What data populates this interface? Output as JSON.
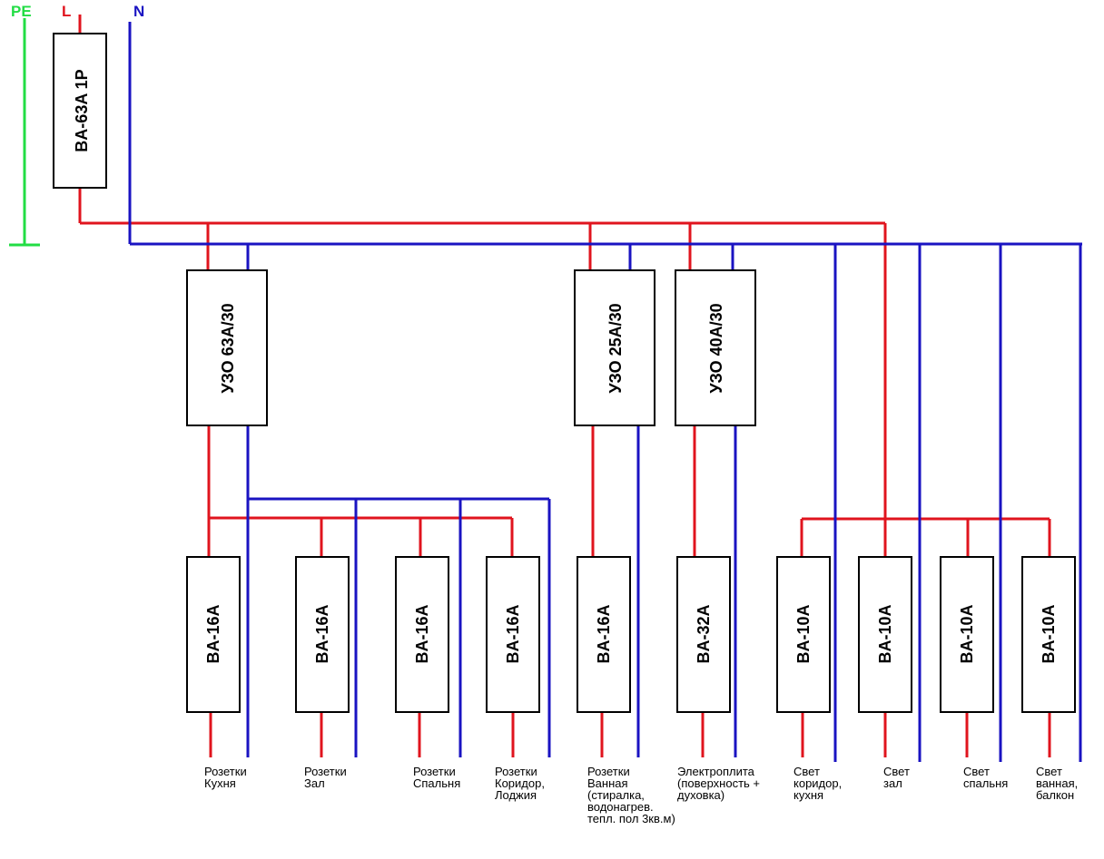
{
  "rails": {
    "pe": {
      "label": "PE",
      "color": "#22dd44"
    },
    "l": {
      "label": "L",
      "color": "#e0141e"
    },
    "n": {
      "label": "N",
      "color": "#1a13c2"
    }
  },
  "main_breaker": {
    "label": "BA-63A 1P"
  },
  "rcds": [
    {
      "label": "УЗО 63А/30"
    },
    {
      "label": "УЗО 25А/30"
    },
    {
      "label": "УЗО 40А/30"
    }
  ],
  "breakers": [
    {
      "label": "BA-16A",
      "circuit": [
        "Розетки",
        "Кухня"
      ]
    },
    {
      "label": "BA-16A",
      "circuit": [
        "Розетки",
        "Зал"
      ]
    },
    {
      "label": "BA-16A",
      "circuit": [
        "Розетки",
        "Спальня"
      ]
    },
    {
      "label": "BA-16A",
      "circuit": [
        "Розетки",
        "Коридор,",
        "Лоджия"
      ]
    },
    {
      "label": "BA-16A",
      "circuit": [
        "Розетки",
        "Ванная",
        "(стиралка,",
        "водонагрев.",
        "тепл. пол 3кв.м)"
      ]
    },
    {
      "label": "BA-32A",
      "circuit": [
        "Электроплита",
        "(поверхность +",
        "духовка)"
      ]
    },
    {
      "label": "BA-10A",
      "circuit": [
        "Свет",
        "коридор,",
        "кухня"
      ]
    },
    {
      "label": "BA-10A",
      "circuit": [
        "Свет",
        "зал"
      ]
    },
    {
      "label": "BA-10A",
      "circuit": [
        "Свет",
        "спальня"
      ]
    },
    {
      "label": "BA-10A",
      "circuit": [
        "Свет",
        "ванная,",
        "балкон"
      ]
    }
  ]
}
